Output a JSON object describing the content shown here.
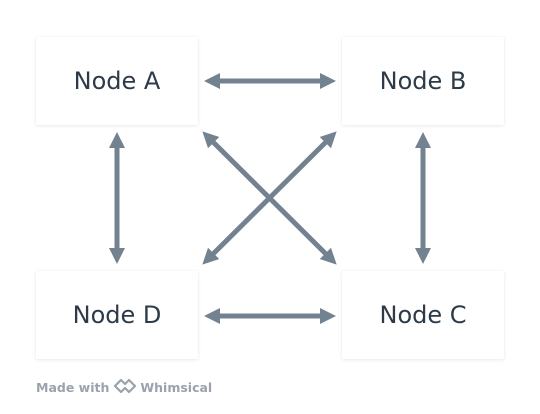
{
  "nodes": {
    "a": "Node A",
    "b": "Node B",
    "c": "Node C",
    "d": "Node D"
  },
  "footer": {
    "made_with": "Made with",
    "brand": "Whimsical",
    "icon": "whimsical-logo-icon"
  },
  "colors": {
    "arrow": "#738291",
    "node_text": "#2d3a48",
    "footer_text": "#9aa3ad"
  }
}
